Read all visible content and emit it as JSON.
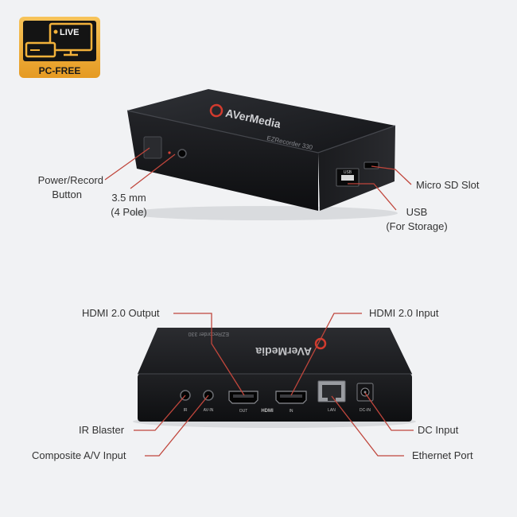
{
  "badge": {
    "live_text": "LIVE",
    "pc_free_text": "PC-FREE"
  },
  "device_top": {
    "brand_text": "AVerMedia",
    "model_text": "EZRecorder 330",
    "usb_port_text": "USB"
  },
  "device_back": {
    "brand_text": "AVerMedia",
    "model_text": "EZRecorder 330",
    "port_ir_text": "IR",
    "port_avin_text": "AV-IN",
    "port_out_text": "OUT",
    "port_hdmi_text": "HDMI",
    "port_in_text": "IN",
    "port_lan_text": "LAN",
    "port_dcin_text": "DC-IN"
  },
  "callouts": {
    "power_record_line1": "Power/Record",
    "power_record_line2": "Button",
    "audio_line1": "3.5 mm",
    "audio_line2": "(4 Pole)",
    "micro_sd": "Micro SD Slot",
    "usb_line1": "USB",
    "usb_line2": "(For Storage)",
    "hdmi_output": "HDMI 2.0 Output",
    "hdmi_input": "HDMI 2.0 Input",
    "ir_blaster": "IR Blaster",
    "composite_av": "Composite A/V Input",
    "dc_input": "DC Input",
    "ethernet": "Ethernet Port"
  },
  "colors": {
    "background": "#f1f2f4",
    "callout_line": "#c0463c",
    "device_body": "#1c1d20",
    "badge_gold": "#f2b13a"
  }
}
